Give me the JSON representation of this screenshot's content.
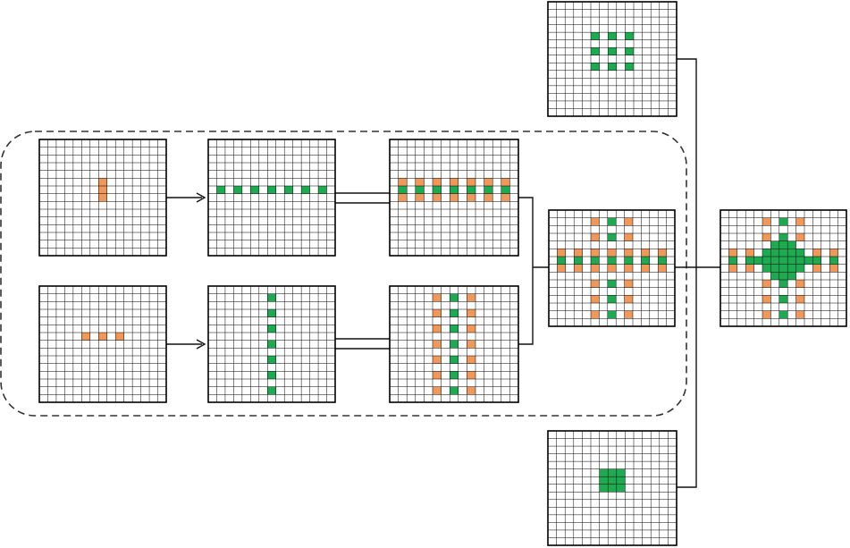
{
  "colors": {
    "orange": "#f0975a",
    "green": "#1eaa50",
    "green_dark": "#13933f",
    "grid_line": "#000000",
    "connector": "#111111",
    "dashed_border": "#333333",
    "background": "#ffffff"
  },
  "grid_size": 15,
  "panels": [
    {
      "name": "panel-orange-vertical-seed",
      "cells": [
        [
          7,
          5,
          "orange"
        ],
        [
          7,
          6,
          "orange"
        ],
        [
          7,
          7,
          "orange"
        ]
      ]
    },
    {
      "name": "panel-orange-horizontal-seed",
      "cells": [
        [
          5,
          6,
          "orange"
        ],
        [
          7,
          6,
          "orange"
        ],
        [
          9,
          6,
          "orange"
        ]
      ]
    },
    {
      "name": "panel-green-horizontal-line",
      "cells": [
        [
          1,
          6,
          "green"
        ],
        [
          3,
          6,
          "green"
        ],
        [
          5,
          6,
          "green"
        ],
        [
          7,
          6,
          "green"
        ],
        [
          9,
          6,
          "green"
        ],
        [
          11,
          6,
          "green"
        ],
        [
          13,
          6,
          "green"
        ]
      ]
    },
    {
      "name": "panel-green-vertical-line",
      "cells": [
        [
          7,
          1,
          "green"
        ],
        [
          7,
          3,
          "green"
        ],
        [
          7,
          5,
          "green"
        ],
        [
          7,
          7,
          "green"
        ],
        [
          7,
          9,
          "green"
        ],
        [
          7,
          11,
          "green"
        ],
        [
          7,
          13,
          "green"
        ]
      ]
    },
    {
      "name": "panel-horizontal-combined",
      "cells": [
        [
          1,
          5,
          "orange"
        ],
        [
          3,
          5,
          "orange"
        ],
        [
          5,
          5,
          "orange"
        ],
        [
          7,
          5,
          "orange"
        ],
        [
          9,
          5,
          "orange"
        ],
        [
          11,
          5,
          "orange"
        ],
        [
          13,
          5,
          "orange"
        ],
        [
          1,
          6,
          "green"
        ],
        [
          3,
          6,
          "green"
        ],
        [
          5,
          6,
          "green"
        ],
        [
          7,
          6,
          "green"
        ],
        [
          9,
          6,
          "green"
        ],
        [
          11,
          6,
          "green"
        ],
        [
          13,
          6,
          "green"
        ],
        [
          1,
          7,
          "orange"
        ],
        [
          3,
          7,
          "orange"
        ],
        [
          5,
          7,
          "orange"
        ],
        [
          7,
          7,
          "orange"
        ],
        [
          9,
          7,
          "orange"
        ],
        [
          11,
          7,
          "orange"
        ],
        [
          13,
          7,
          "orange"
        ]
      ]
    },
    {
      "name": "panel-vertical-combined",
      "cells": [
        [
          5,
          1,
          "orange"
        ],
        [
          7,
          1,
          "green"
        ],
        [
          9,
          1,
          "orange"
        ],
        [
          5,
          3,
          "orange"
        ],
        [
          7,
          3,
          "green"
        ],
        [
          9,
          3,
          "orange"
        ],
        [
          5,
          5,
          "orange"
        ],
        [
          7,
          5,
          "green"
        ],
        [
          9,
          5,
          "orange"
        ],
        [
          5,
          7,
          "orange"
        ],
        [
          7,
          7,
          "green"
        ],
        [
          9,
          7,
          "orange"
        ],
        [
          5,
          9,
          "orange"
        ],
        [
          7,
          9,
          "green"
        ],
        [
          9,
          9,
          "orange"
        ],
        [
          5,
          11,
          "orange"
        ],
        [
          7,
          11,
          "green"
        ],
        [
          9,
          11,
          "orange"
        ],
        [
          5,
          13,
          "orange"
        ],
        [
          7,
          13,
          "green"
        ],
        [
          9,
          13,
          "orange"
        ]
      ]
    },
    {
      "name": "panel-cross",
      "cells": [
        [
          5,
          1,
          "orange"
        ],
        [
          7,
          1,
          "green"
        ],
        [
          9,
          1,
          "orange"
        ],
        [
          5,
          3,
          "orange"
        ],
        [
          7,
          3,
          "green"
        ],
        [
          9,
          3,
          "orange"
        ],
        [
          1,
          5,
          "orange"
        ],
        [
          3,
          5,
          "orange"
        ],
        [
          5,
          5,
          "orange"
        ],
        [
          7,
          5,
          "orange"
        ],
        [
          9,
          5,
          "orange"
        ],
        [
          11,
          5,
          "orange"
        ],
        [
          13,
          5,
          "orange"
        ],
        [
          1,
          6,
          "green"
        ],
        [
          3,
          6,
          "green"
        ],
        [
          5,
          6,
          "green"
        ],
        [
          7,
          6,
          "green"
        ],
        [
          9,
          6,
          "green"
        ],
        [
          11,
          6,
          "green"
        ],
        [
          13,
          6,
          "green"
        ],
        [
          1,
          7,
          "orange"
        ],
        [
          3,
          7,
          "orange"
        ],
        [
          5,
          7,
          "orange"
        ],
        [
          7,
          7,
          "orange"
        ],
        [
          9,
          7,
          "orange"
        ],
        [
          11,
          7,
          "orange"
        ],
        [
          13,
          7,
          "orange"
        ],
        [
          5,
          9,
          "orange"
        ],
        [
          7,
          9,
          "green"
        ],
        [
          9,
          9,
          "orange"
        ],
        [
          5,
          11,
          "orange"
        ],
        [
          7,
          11,
          "green"
        ],
        [
          9,
          11,
          "orange"
        ],
        [
          5,
          13,
          "orange"
        ],
        [
          7,
          13,
          "green"
        ],
        [
          9,
          13,
          "orange"
        ]
      ]
    },
    {
      "name": "panel-dilated-kernel",
      "cells": [
        [
          5,
          4,
          "green"
        ],
        [
          7,
          4,
          "green"
        ],
        [
          9,
          4,
          "green"
        ],
        [
          5,
          6,
          "green"
        ],
        [
          7,
          6,
          "green"
        ],
        [
          9,
          6,
          "green"
        ],
        [
          5,
          8,
          "green"
        ],
        [
          7,
          8,
          "green"
        ],
        [
          9,
          8,
          "green"
        ]
      ]
    },
    {
      "name": "panel-dense-kernel",
      "cells": [
        [
          6,
          5,
          "green"
        ],
        [
          7,
          5,
          "green"
        ],
        [
          8,
          5,
          "green"
        ],
        [
          6,
          6,
          "green"
        ],
        [
          7,
          6,
          "green"
        ],
        [
          8,
          6,
          "green"
        ],
        [
          6,
          7,
          "green"
        ],
        [
          7,
          7,
          "green"
        ],
        [
          8,
          7,
          "green"
        ]
      ]
    },
    {
      "name": "panel-final-output",
      "cells": [
        [
          5,
          1,
          "orange"
        ],
        [
          7,
          1,
          "green"
        ],
        [
          9,
          1,
          "orange"
        ],
        [
          5,
          3,
          "orange"
        ],
        [
          7,
          3,
          "green"
        ],
        [
          9,
          3,
          "orange"
        ],
        [
          1,
          5,
          "orange"
        ],
        [
          3,
          5,
          "orange"
        ],
        [
          5,
          5,
          "orange"
        ],
        [
          9,
          5,
          "orange"
        ],
        [
          11,
          5,
          "orange"
        ],
        [
          13,
          5,
          "orange"
        ],
        [
          1,
          6,
          "green"
        ],
        [
          3,
          6,
          "green"
        ],
        [
          5,
          6,
          "green"
        ],
        [
          9,
          6,
          "green"
        ],
        [
          11,
          6,
          "green"
        ],
        [
          13,
          6,
          "green"
        ],
        [
          1,
          7,
          "orange"
        ],
        [
          3,
          7,
          "orange"
        ],
        [
          5,
          7,
          "orange"
        ],
        [
          9,
          7,
          "orange"
        ],
        [
          11,
          7,
          "orange"
        ],
        [
          13,
          7,
          "orange"
        ],
        [
          5,
          9,
          "orange"
        ],
        [
          7,
          9,
          "green"
        ],
        [
          9,
          9,
          "orange"
        ],
        [
          5,
          11,
          "orange"
        ],
        [
          7,
          11,
          "green"
        ],
        [
          9,
          11,
          "orange"
        ],
        [
          5,
          13,
          "orange"
        ],
        [
          7,
          13,
          "green"
        ],
        [
          9,
          13,
          "orange"
        ],
        [
          6,
          4,
          "green"
        ],
        [
          7,
          4,
          "green"
        ],
        [
          8,
          4,
          "green"
        ],
        [
          5,
          5,
          "green"
        ],
        [
          6,
          5,
          "green"
        ],
        [
          7,
          5,
          "green"
        ],
        [
          8,
          5,
          "green"
        ],
        [
          9,
          5,
          "green"
        ],
        [
          4,
          6,
          "green"
        ],
        [
          6,
          6,
          "green"
        ],
        [
          7,
          6,
          "green"
        ],
        [
          8,
          6,
          "green"
        ],
        [
          10,
          6,
          "green"
        ],
        [
          5,
          7,
          "green"
        ],
        [
          6,
          7,
          "green"
        ],
        [
          7,
          7,
          "green"
        ],
        [
          8,
          7,
          "green"
        ],
        [
          9,
          7,
          "green"
        ],
        [
          6,
          8,
          "green"
        ],
        [
          7,
          8,
          "green"
        ],
        [
          8,
          8,
          "green"
        ]
      ]
    }
  ]
}
